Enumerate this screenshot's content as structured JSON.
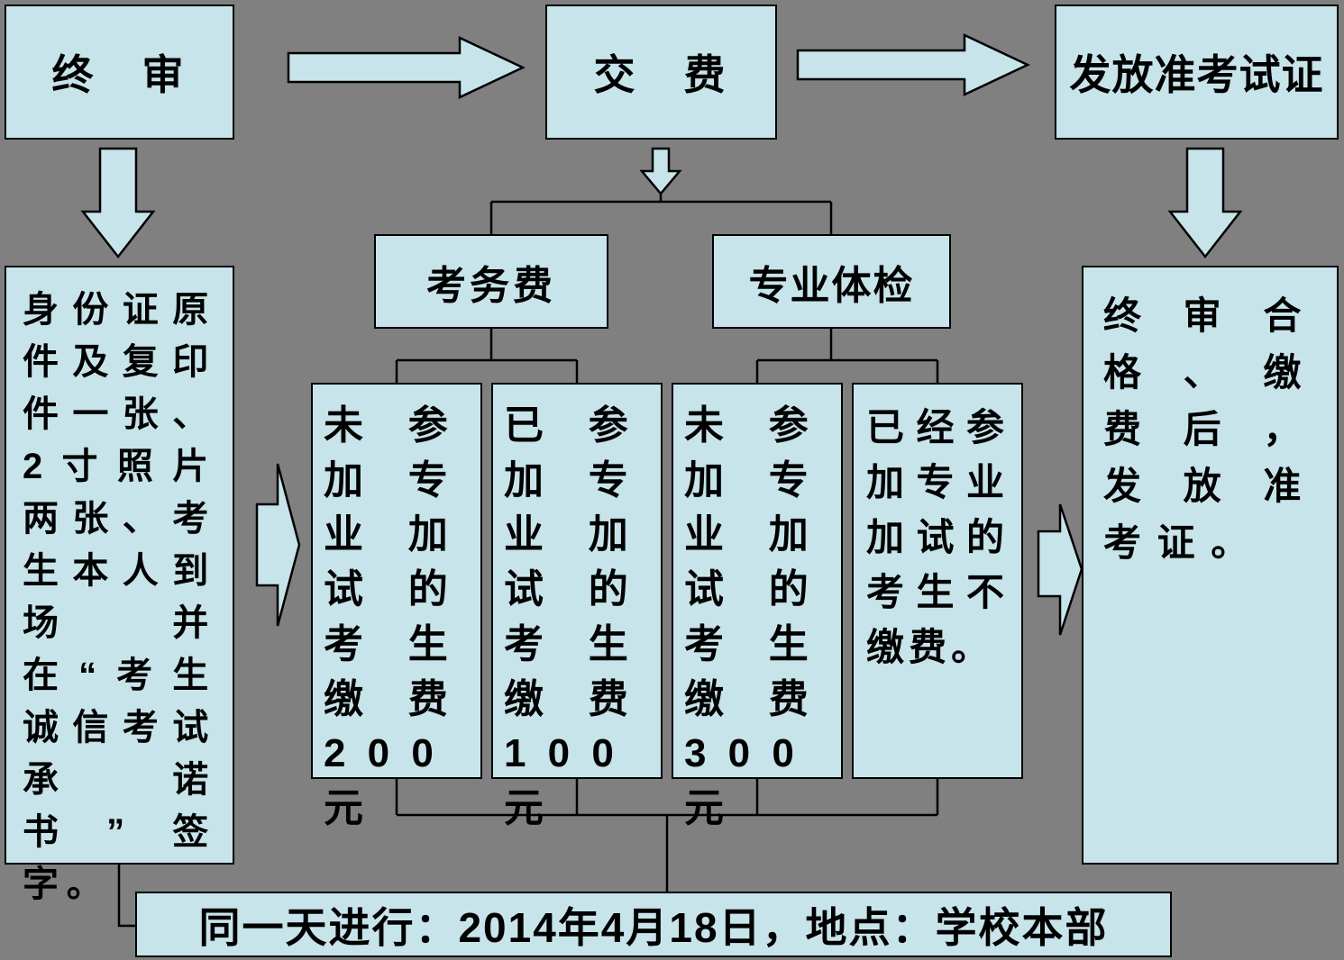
{
  "colors": {
    "background": "#808080",
    "box_fill": "#c7e4ea",
    "border": "#000000",
    "text": "#000000"
  },
  "boxes": {
    "final_review": "终　审",
    "payment": "交　费",
    "issue_ticket": "发放准考试证",
    "left_note": "身份证原件及复印件一张、2寸照片两张、考生本人到场并在“考生诚信考试承诺书”签字。",
    "exam_fee": "考务费",
    "physical_exam": "专业体检",
    "fee_items": [
      "未参加专业加试的考生缴费200元",
      "已参加专业加试的考生缴费100元",
      "未参加专业加试的考生缴费300元",
      "已经参加专业加试的考生不缴费。"
    ],
    "right_note": "终审合格、缴费后，发放准考证。",
    "footer": "同一天进行：2014年4月18日，地点：学校本部"
  },
  "icons": {
    "arrow_style": "light-blue block arrows with black outline",
    "arrows": [
      "arrow-right (final-review to payment)",
      "arrow-right (payment to issue-ticket)",
      "arrow-down (final-review to left-note)",
      "arrow-down-small (payment to fee branch)",
      "arrow-down (issue-ticket to right-note)",
      "arrow-right (left-note to fee group)",
      "arrow-right (fee group to right-note)"
    ]
  }
}
